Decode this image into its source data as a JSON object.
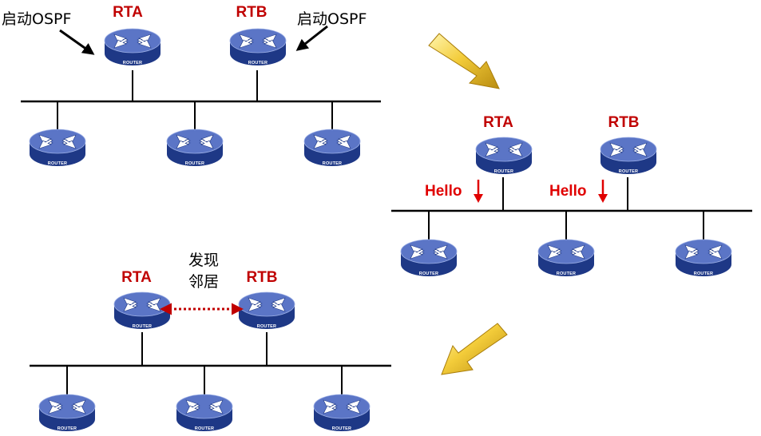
{
  "router_icon_label": "ROUTER",
  "colors": {
    "router_top": "#5a74c4",
    "router_side": "#203a8c",
    "router_text": "#ffffff",
    "label_red": "#c00000",
    "hello_red": "#e00000",
    "line": "#000000",
    "arrow_gold": "#e6b81e"
  },
  "icons": {
    "router": "router-icon",
    "step_arrow": "gold-3d-arrow-icon"
  },
  "panels": {
    "start": {
      "rta": "RTA",
      "rtb": "RTB",
      "note_left": "启动OSPF",
      "note_right": "启动OSPF"
    },
    "hello": {
      "rta": "RTA",
      "rtb": "RTB",
      "hello_a": "Hello",
      "hello_b": "Hello"
    },
    "neighbor": {
      "rta": "RTA",
      "rtb": "RTB",
      "note_line1": "发现",
      "note_line2": "邻居"
    }
  }
}
